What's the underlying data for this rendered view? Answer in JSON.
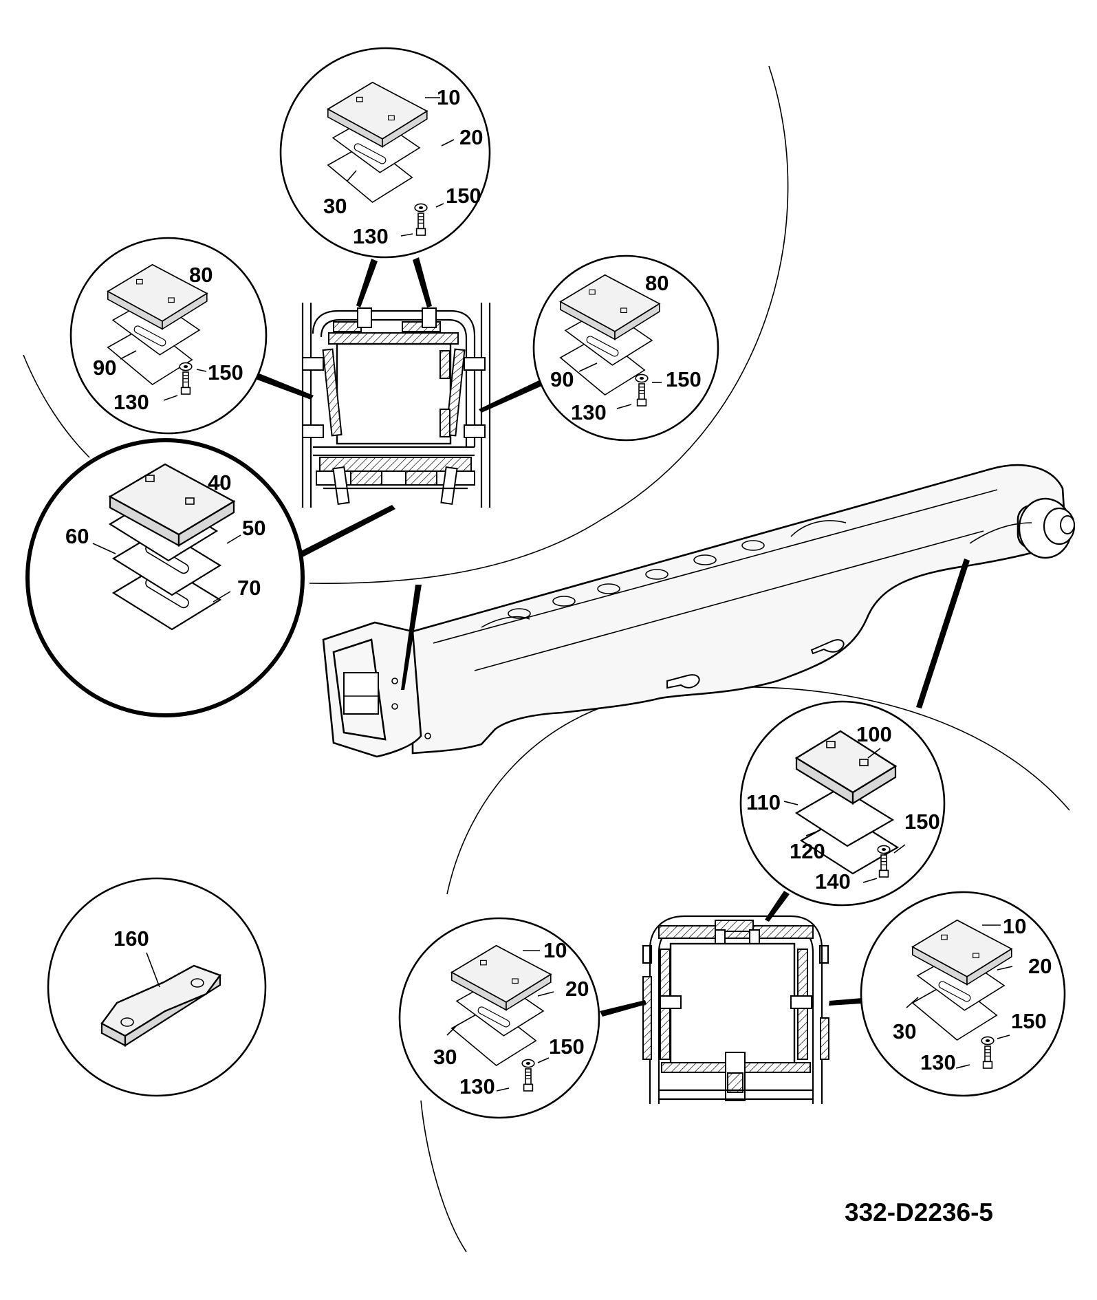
{
  "drawing_code": "332-D2236-5",
  "detail_top": {
    "labels": [
      "10",
      "20",
      "30",
      "150",
      "130"
    ]
  },
  "detail_left": {
    "labels": [
      "80",
      "90",
      "150",
      "130"
    ]
  },
  "detail_right": {
    "labels": [
      "80",
      "90",
      "150",
      "130"
    ]
  },
  "detail_big_left": {
    "labels": [
      "40",
      "50",
      "60",
      "70"
    ]
  },
  "detail_lower_top": {
    "labels": [
      "100",
      "110",
      "120",
      "150",
      "140"
    ]
  },
  "detail_lower_left": {
    "labels": [
      "10",
      "20",
      "30",
      "150",
      "130"
    ]
  },
  "detail_lower_right": {
    "labels": [
      "10",
      "20",
      "30",
      "150",
      "130"
    ]
  },
  "detail_160": {
    "labels": [
      "160"
    ]
  }
}
